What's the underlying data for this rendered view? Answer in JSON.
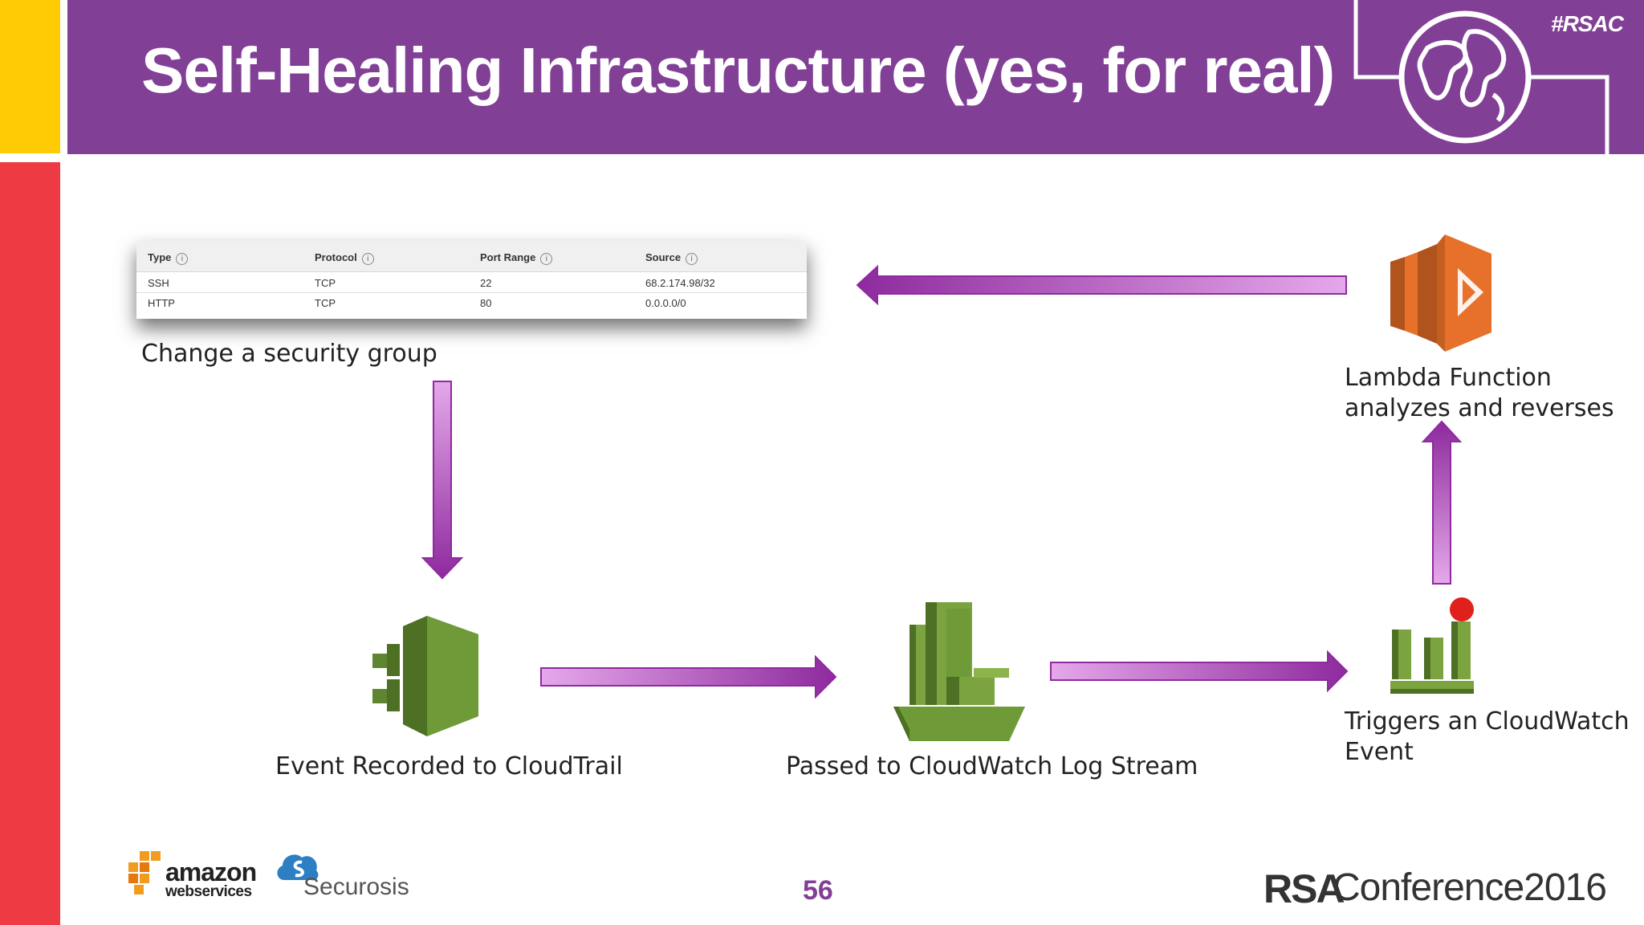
{
  "slide": {
    "title": "Self-Healing Infrastructure (yes, for real)",
    "hashtag": "#RSAC",
    "page_number": "56"
  },
  "security_group_table": {
    "columns": [
      "Type",
      "Protocol",
      "Port Range",
      "Source"
    ],
    "rows": [
      [
        "SSH",
        "TCP",
        "22",
        "68.2.174.98/32"
      ],
      [
        "HTTP",
        "TCP",
        "80",
        "0.0.0.0/0"
      ]
    ],
    "info_glyph": "i"
  },
  "diagram": {
    "nodes": {
      "security_group": {
        "label": "Change a security group"
      },
      "cloudtrail": {
        "label": "Event Recorded to CloudTrail",
        "icon": "cloudtrail-icon",
        "color": "#6E9A38"
      },
      "cloudwatch_logs": {
        "label": "Passed to CloudWatch Log Stream",
        "icon": "cloudwatch-icon",
        "color": "#6E9A38"
      },
      "cloudwatch_event": {
        "label_line1": "Triggers an CloudWatch",
        "label_line2": "Event",
        "icon": "cloudwatch-alarm-icon",
        "color": "#6E9A38"
      },
      "lambda": {
        "label_line1": "Lambda Function",
        "label_line2": "analyzes and reverses",
        "icon": "lambda-icon",
        "color": "#E7702A"
      }
    },
    "edges": [
      {
        "from": "security_group",
        "to": "cloudtrail"
      },
      {
        "from": "cloudtrail",
        "to": "cloudwatch_logs"
      },
      {
        "from": "cloudwatch_logs",
        "to": "cloudwatch_event"
      },
      {
        "from": "cloudwatch_event",
        "to": "lambda"
      },
      {
        "from": "lambda",
        "to": "security_group"
      }
    ],
    "arrow_color": "#8E2A9E"
  },
  "footer": {
    "aws_amazon": "amazon",
    "aws_webservices": "webservices",
    "securosis": "Securosis",
    "rsa_brand": "RSA",
    "rsa_conference": "Conference2016"
  },
  "colors": {
    "header_purple": "#813F96",
    "accent_yellow": "#FFCB05",
    "accent_red": "#EE3B43"
  }
}
